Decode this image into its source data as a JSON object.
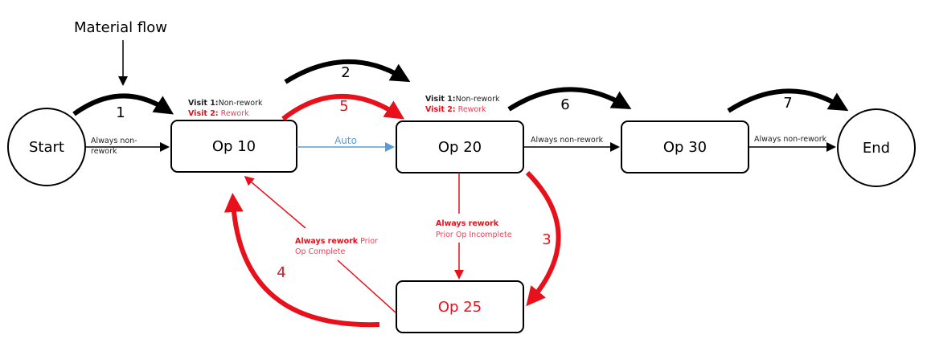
{
  "title": "Material flow",
  "colors": {
    "black": "#000000",
    "red": "#e8101a",
    "blue": "#5b9bd5"
  },
  "nodes": {
    "start": "Start",
    "op10": "Op 10",
    "op20": "Op 20",
    "op30": "Op 30",
    "op25": "Op 25",
    "end": "End"
  },
  "steps": {
    "s1": "1",
    "s2": "2",
    "s3": "3",
    "s4": "4",
    "s5": "5",
    "s6": "6",
    "s7": "7"
  },
  "edges": {
    "start_op10": [
      "Always non-",
      "rework"
    ],
    "op10_op20": "Auto",
    "op20_op30": "Always non-rework",
    "op30_end": "Always non-rework",
    "op20_op25": {
      "bold": "Always rework",
      "rest": "Prior Op Incomplete"
    },
    "op25_op10": {
      "bold": "Always rework",
      "rest1": " Prior",
      "rest2": "Op Complete"
    }
  },
  "visits": {
    "op10": {
      "v1_bold": "Visit 1:",
      "v1": "Non-rework",
      "v2_bold": "Visit 2:",
      "v2": " Rework"
    },
    "op20": {
      "v1_bold": "Visit 1:",
      "v1": "Non-rework",
      "v2_bold": "Visit 2:",
      "v2": " Rework"
    }
  }
}
